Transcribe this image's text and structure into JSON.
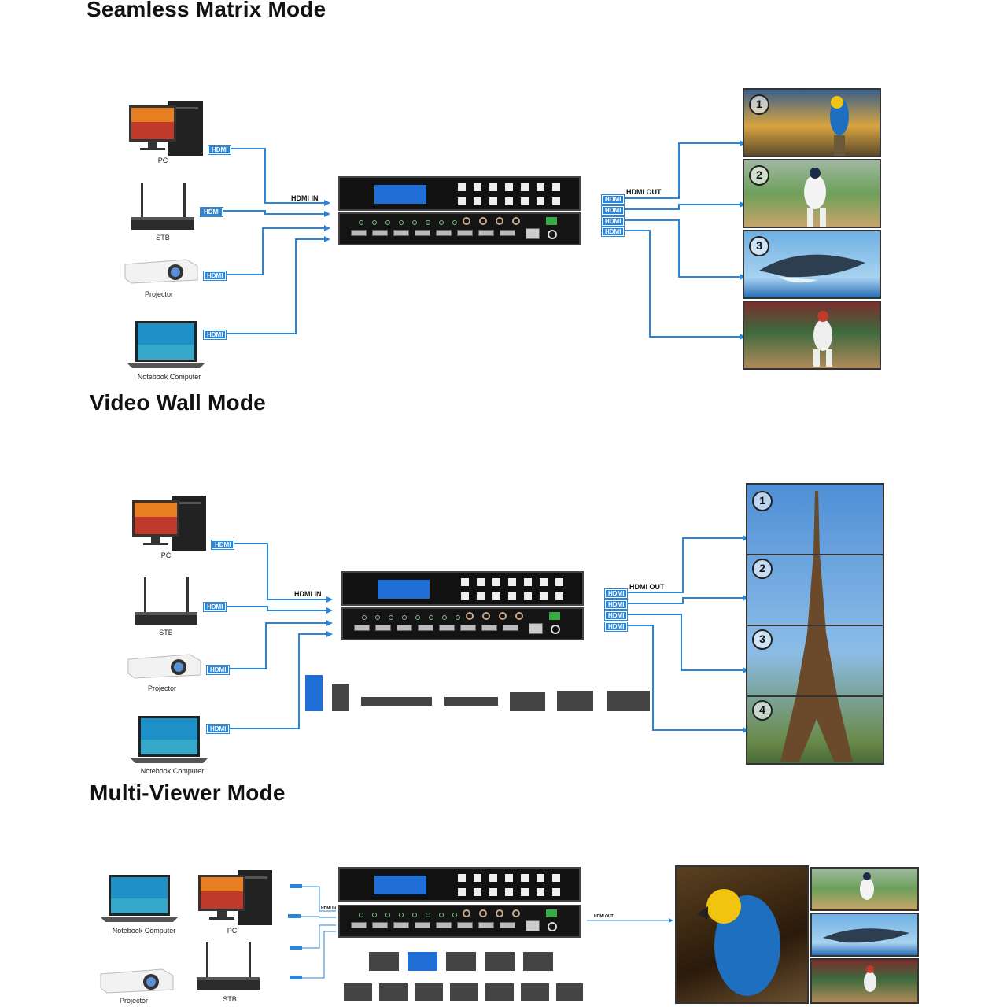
{
  "sections": {
    "seamless": {
      "title": "Seamless Matrix Mode",
      "hdmi_in": "HDMI IN",
      "hdmi_out": "HDMI OUT",
      "devices": [
        "PC",
        "STB",
        "Projector",
        "Notebook Computer"
      ],
      "screen_numbers": [
        "1",
        "2",
        "3"
      ]
    },
    "videowall": {
      "title": "Video Wall Mode",
      "hdmi_in": "HDMI IN",
      "hdmi_out": "HDMI OUT",
      "devices": [
        "PC",
        "STB",
        "Projector",
        "Notebook Computer"
      ],
      "screen_numbers": [
        "1",
        "2",
        "3",
        "4"
      ]
    },
    "multiviewer": {
      "title": "Multi-Viewer Mode",
      "hdmi_in": "HDMI IN",
      "hdmi_out": "HDMI OUT",
      "devices": [
        "Notebook Computer",
        "PC",
        "Projector",
        "STB"
      ]
    }
  },
  "hdmi_tag": "HDMI",
  "colors": {
    "line": "#2a86d8",
    "device": "#111111",
    "lcd": "#1f6fd6"
  }
}
